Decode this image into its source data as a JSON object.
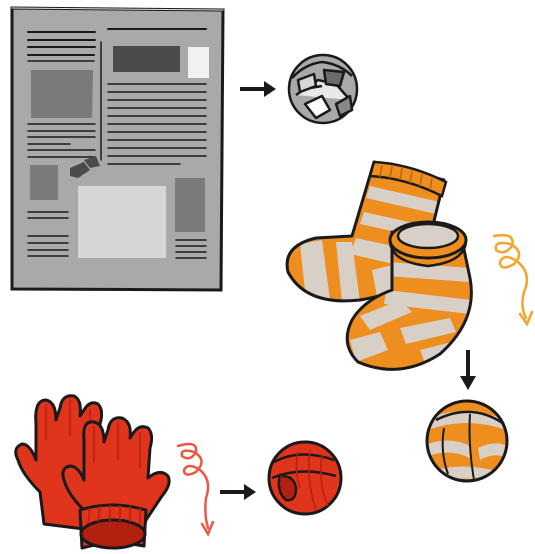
{
  "colors": {
    "outline": "#1a1a1a",
    "paper": "#a9a9a9",
    "paper_mid": "#8a8a8a",
    "paper_dark": "#5a5a5a",
    "paper_light": "#d6d6d6",
    "sock_orange": "#ee8e1f",
    "sock_stripe": "#d8cfc7",
    "glove_red": "#e0341c",
    "glove_dark": "#b3200f",
    "curl_orange": "#f3a52c",
    "curl_red": "#e85a45",
    "arrow": "#1a1a1a"
  },
  "items": [
    {
      "name": "newspaper",
      "icon": "newspaper-icon"
    },
    {
      "name": "paper-ball",
      "icon": "crumpled-paper-ball-icon"
    },
    {
      "name": "socks",
      "icon": "striped-socks-icon"
    },
    {
      "name": "rolled-socks-ball",
      "icon": "sock-ball-icon"
    },
    {
      "name": "gloves",
      "icon": "red-gloves-icon"
    },
    {
      "name": "rolled-gloves-ball",
      "icon": "glove-ball-icon"
    }
  ],
  "arrows": [
    {
      "from": "newspaper",
      "to": "paper-ball",
      "direction": "right"
    },
    {
      "from": "socks",
      "to": "rolled-socks-ball",
      "direction": "down"
    },
    {
      "from": "gloves",
      "to": "rolled-gloves-ball",
      "direction": "right"
    }
  ]
}
